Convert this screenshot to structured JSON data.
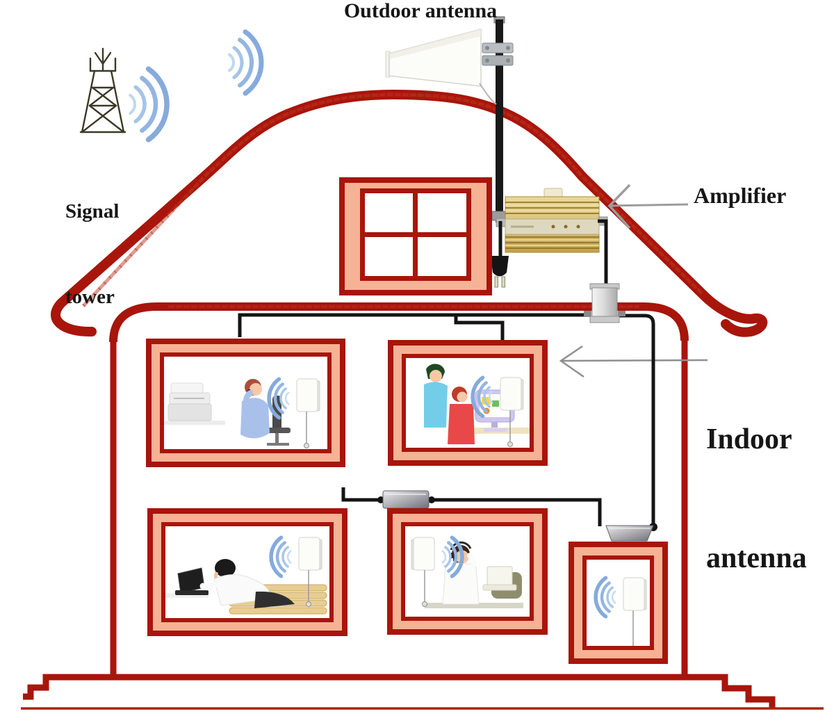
{
  "labels": {
    "outdoor_antenna": "Outdoor antenna",
    "signal_tower_line1": "Signal",
    "signal_tower_line2": "tower",
    "amplifier": "Amplifier",
    "indoor_antenna_line1": "Indoor",
    "indoor_antenna_line2": "antenna"
  },
  "colors": {
    "house_red": "#a8150b",
    "room_band_salmon": "#f6b295",
    "amplifier_gold": "#d9c27a",
    "cable_black": "#141414",
    "wave_blue": "#9dbde4",
    "arrow_gray": "#9c9c9c",
    "antenna_white": "#fcfcf9",
    "pole_black": "#191919"
  },
  "icons": [
    {
      "name": "signal-tower-icon"
    },
    {
      "name": "wifi-waves-icon"
    },
    {
      "name": "outdoor-antenna-icon"
    },
    {
      "name": "antenna-pole-icon"
    },
    {
      "name": "amplifier-icon"
    },
    {
      "name": "power-plug-icon"
    },
    {
      "name": "cable-splitter-icon"
    },
    {
      "name": "indoor-antenna-icon"
    },
    {
      "name": "attic-window-icon"
    }
  ],
  "diagram": {
    "window_panes": 4,
    "splitters": 3,
    "indoor_antennas": 5,
    "arrows": [
      {
        "name": "amplifier-arrow",
        "points_to": "amplifier",
        "direction": "left"
      },
      {
        "name": "indoor-antenna-arrow",
        "points_to": "indoor antenna",
        "direction": "left"
      }
    ],
    "rooms": [
      {
        "id": "upper-left",
        "scene": "woman-on-phone-at-desk",
        "antenna_wall": "right"
      },
      {
        "id": "upper-middle",
        "scene": "family-at-computer",
        "antenna_wall": "right"
      },
      {
        "id": "lower-left",
        "scene": "man-with-laptop-on-bench",
        "antenna_wall": "right"
      },
      {
        "id": "lower-middle",
        "scene": "woman-with-headset-on-call",
        "antenna_wall": "left"
      },
      {
        "id": "lower-right",
        "scene": "antenna-only",
        "antenna_wall": "right"
      }
    ]
  }
}
